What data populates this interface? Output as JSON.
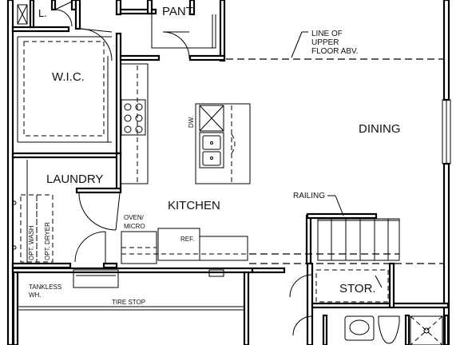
{
  "plan": {
    "rooms": {
      "closet": "L.",
      "pantry": "PANT.",
      "wic": "W.I.C.",
      "laundry": "LAUNDRY",
      "kitchen": "KITCHEN",
      "dining": "DINING",
      "storage": "STOR."
    },
    "notes": {
      "upper_floor_line1": "LINE OF",
      "upper_floor_line2": "UPPER",
      "upper_floor_line3": "FLOOR ABV.",
      "railing": "RAILING",
      "oven_line1": "OVEN/",
      "oven_line2": "MICRO",
      "refrigerator": "REF.",
      "dishwasher": "DW.",
      "tankless_line1": "TANKLESS",
      "tankless_line2": "WH.",
      "tire_stop": "TIRE STOP",
      "washer": "OPT. WASH",
      "dryer": "OPT. DRYER"
    }
  }
}
